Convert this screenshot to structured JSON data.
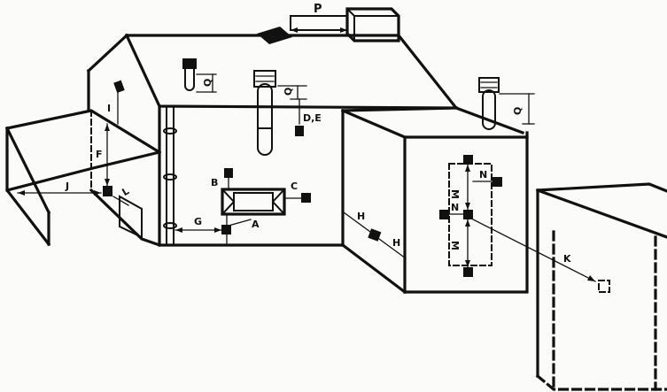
{
  "labels": {
    "a": "A",
    "b": "B",
    "c": "C",
    "de": "D,E",
    "f": "F",
    "g": "G",
    "h1": "H",
    "h2": "H",
    "i": "I",
    "j": "J",
    "k": "K",
    "l": "L",
    "m1": "M",
    "m2": "M",
    "n1": "N",
    "n2": "N",
    "p": "P",
    "q1": "Q",
    "q2": "Q",
    "q3": "Q"
  }
}
